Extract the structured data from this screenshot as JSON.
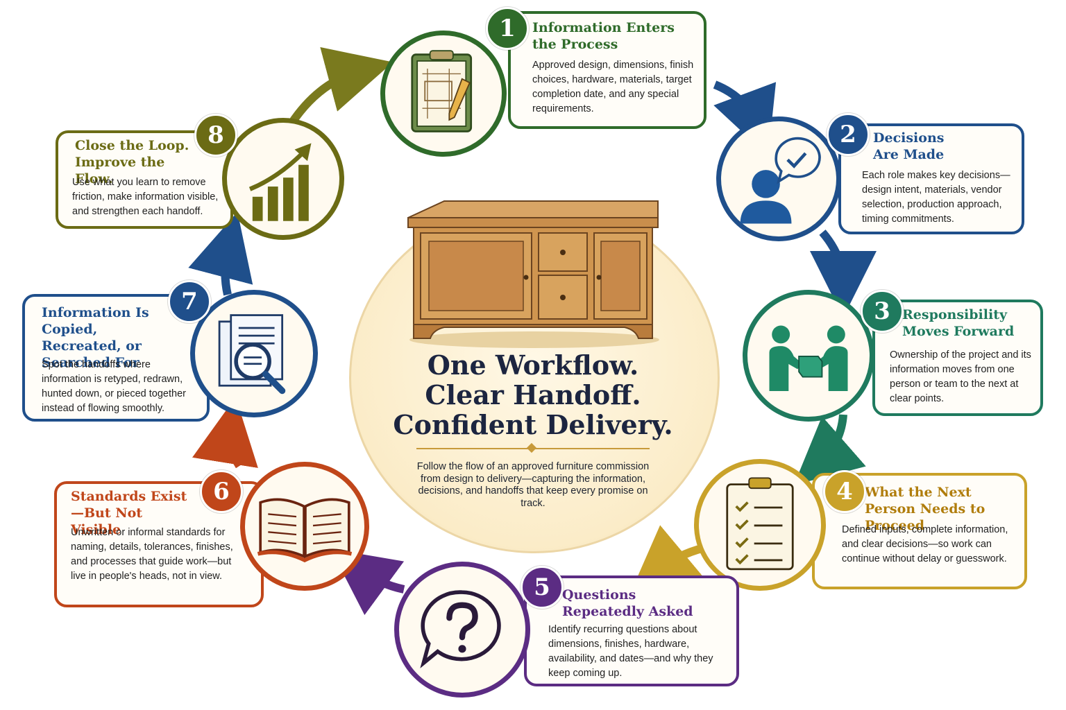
{
  "center": {
    "title_lines": [
      "One Workflow.",
      "Clear Handoff.",
      "Confident Delivery."
    ],
    "subtitle": "Follow the flow of an approved furniture commission from design to delivery—capturing the information, decisions, and handoffs that keep every promise on track."
  },
  "steps": [
    {
      "number": "1",
      "title": "Information Enters the Process",
      "body": "Approved design, dimensions, finish choices, hardware, materials, target completion date, and any special requirements.",
      "color": "#2f6b2a",
      "icon": "clipboard-drawing-icon"
    },
    {
      "number": "2",
      "title": "Decisions Are Made",
      "body": "Each role makes key decisions—design intent, materials, vendor selection, production approach, timing commitments.",
      "color": "#1f4f8b",
      "icon": "person-decision-icon"
    },
    {
      "number": "3",
      "title": "Responsibility Moves Forward",
      "body": "Ownership of the project and its information moves from one person or team to the next at clear points.",
      "color": "#1f7a5e",
      "icon": "handoff-box-icon"
    },
    {
      "number": "4",
      "title": "What the Next Person Needs to Proceed",
      "body": "Defined inputs, complete information, and clear decisions—so work can continue without delay or guesswork.",
      "color": "#c28e12",
      "icon": "checklist-clipboard-icon"
    },
    {
      "number": "5",
      "title": "Questions Repeatedly Asked",
      "body": "Identify recurring questions about dimensions, finishes, hardware, availability, and dates—and why they keep coming up.",
      "color": "#5b2c83",
      "icon": "question-bubble-icon"
    },
    {
      "number": "6",
      "title": "Standards Exist—But Not Visible",
      "body": "Unwritten or informal standards for naming, details, tolerances, finishes, and processes that guide work—but live in people's heads, not in view.",
      "color": "#c0461a",
      "icon": "open-book-icon"
    },
    {
      "number": "7",
      "title": "Information Is Copied, Recreated, or Searched For",
      "body": "Spot the handoffs where information is retyped, redrawn, hunted down, or pieced together instead of flowing smoothly.",
      "color": "#1f4f8b",
      "icon": "document-search-icon"
    },
    {
      "number": "8",
      "title": "Close the Loop. Improve the Flow.",
      "body": "Use what you learn to remove friction, make information visible, and strengthen each handoff.",
      "color": "#6b6b14",
      "icon": "growth-chart-icon"
    }
  ]
}
